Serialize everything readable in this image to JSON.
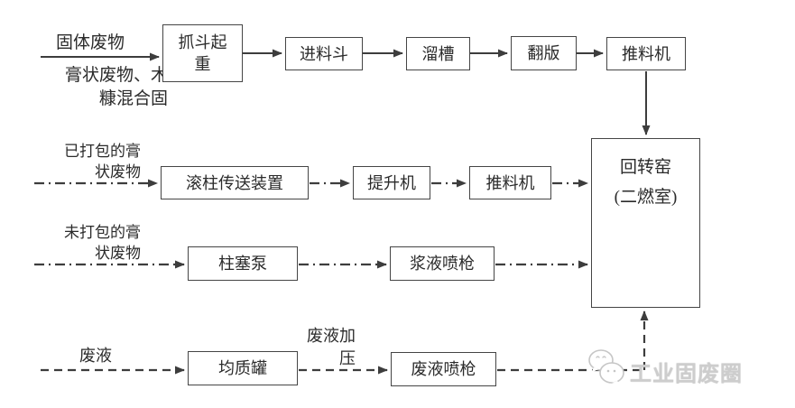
{
  "colors": {
    "background": "#ffffff",
    "line": "#3d3d3d",
    "box_border": "#454545",
    "text": "#2b2b2b",
    "watermark": "#cdcdcd"
  },
  "nodes": {
    "grab_crane": "抓斗起\n重",
    "feed_hopper": "进料斗",
    "chute": "溜槽",
    "flip_plate": "翻版",
    "pusher_top": "推料机",
    "rotary_kiln": "回转窑\n(二燃室)",
    "roller_conveyor": "滚柱传送装置",
    "elevator": "提升机",
    "pusher_mid": "推料机",
    "plunger_pump": "柱塞泵",
    "slurry_spray_gun": "浆液喷枪",
    "homogenizing_tank": "均质罐",
    "waste_liquid_spray_gun": "废液喷枪"
  },
  "labels": {
    "solid_waste": "固体废物",
    "paste_wood_mixture": "膏状废物、木\n糠混合固",
    "packed_paste": "已打包的膏\n状废物",
    "unpacked_paste": "未打包的膏\n状废物",
    "waste_liquid": "废液",
    "liquid_pressurization": "废液加\n压"
  },
  "flows": [
    {
      "style": "solid",
      "path": [
        "固体废物 / 膏状废物、木糠混合固",
        "抓斗起重",
        "进料斗",
        "溜槽",
        "翻版",
        "推料机",
        "回转窑(二燃室)"
      ]
    },
    {
      "style": "dash-dot",
      "path": [
        "已打包的膏状废物",
        "滚柱传送装置",
        "提升机",
        "推料机",
        "回转窑(二燃室)"
      ]
    },
    {
      "style": "dash-dot",
      "path": [
        "未打包的膏状废物",
        "柱塞泵",
        "浆液喷枪",
        "回转窑(二燃室)"
      ]
    },
    {
      "style": "dashed",
      "path": [
        "废液",
        "均质罐",
        "废液加压",
        "废液喷枪",
        "回转窑(二燃室)"
      ]
    }
  ],
  "watermark": {
    "text": "工业固废圈",
    "icon": "wechat-bubbles-icon"
  }
}
